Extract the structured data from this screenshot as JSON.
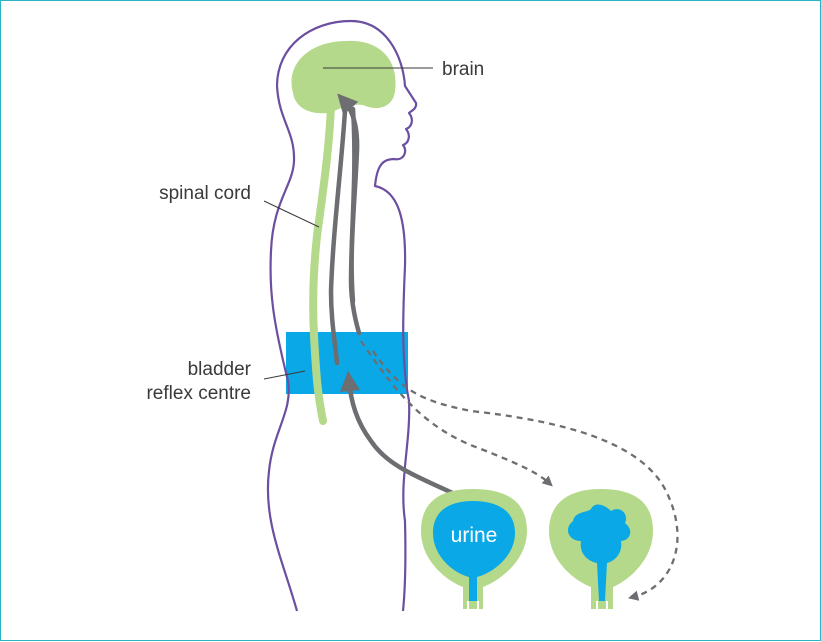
{
  "labels": {
    "brain": "brain",
    "spinal_cord": "spinal cord",
    "bladder_reflex_centre_line1": "bladder",
    "bladder_reflex_centre_line2": "reflex centre",
    "urine": "urine"
  },
  "colors": {
    "border": "#2bb3c6",
    "body_outline": "#6b4fa0",
    "nerve_green": "#b5d98a",
    "reflex_band": "#0aa8e6",
    "arrow_grey": "#6d6e71",
    "label_text": "#3a3a3a"
  }
}
